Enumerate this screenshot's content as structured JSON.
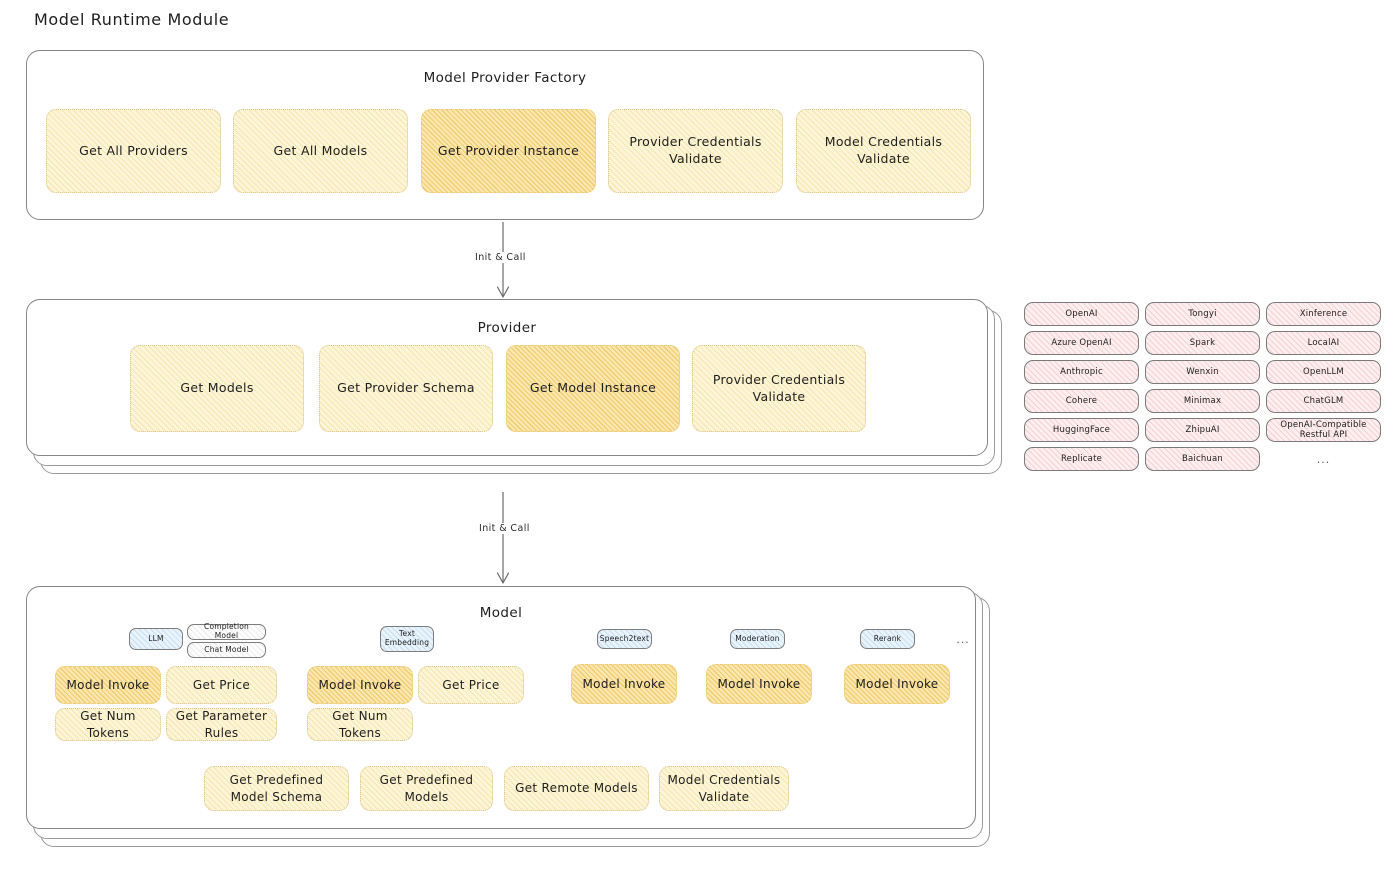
{
  "page": {
    "title": "Model Runtime Module"
  },
  "colors": {
    "accent_yellow": "#fdf5d8",
    "accent_yellow_highlight": "#fbe7b0",
    "accent_pink": "#fdeef0",
    "accent_blue": "#e9f3fb",
    "stroke": "#868686",
    "text": "#1e1e1e"
  },
  "factory": {
    "title": "Model Provider Factory",
    "boxes": [
      {
        "label": "Get All Providers",
        "highlighted": false
      },
      {
        "label": "Get All Models",
        "highlighted": false
      },
      {
        "label": "Get Provider Instance",
        "highlighted": true
      },
      {
        "label": "Provider Credentials Validate",
        "highlighted": false
      },
      {
        "label": "Model Credentials Validate",
        "highlighted": false
      }
    ]
  },
  "arrow_factory_to_provider": {
    "label": "Init & Call"
  },
  "provider": {
    "title": "Provider",
    "boxes": [
      {
        "label": "Get Models",
        "highlighted": false
      },
      {
        "label": "Get Provider Schema",
        "highlighted": false
      },
      {
        "label": "Get Model Instance",
        "highlighted": true
      },
      {
        "label": "Provider Credentials Validate",
        "highlighted": false
      }
    ]
  },
  "arrow_provider_to_model": {
    "label": "Init & Call"
  },
  "provider_list": {
    "columns": [
      {
        "items": [
          "OpenAI",
          "Azure OpenAI",
          "Anthropic",
          "Cohere",
          "HuggingFace",
          "Replicate"
        ],
        "ellipsis": false
      },
      {
        "items": [
          "Tongyi",
          "Spark",
          "Wenxin",
          "Minimax",
          "ZhipuAI",
          "Baichuan"
        ],
        "ellipsis": false
      },
      {
        "items": [
          "Xinference",
          "LocalAI",
          "OpenLLM",
          "ChatGLM",
          "OpenAI-Compatible Restful API"
        ],
        "ellipsis": true
      }
    ],
    "ellipsis_label": "..."
  },
  "model": {
    "title": "Model",
    "more_label": "...",
    "types": [
      {
        "tag": "LLM",
        "tag_style": "blue",
        "subtags": [
          "Completion Model",
          "Chat Model"
        ],
        "boxes": [
          {
            "label": "Model Invoke",
            "highlighted": true
          },
          {
            "label": "Get Price",
            "highlighted": false
          },
          {
            "label": "Get Num Tokens",
            "highlighted": false
          },
          {
            "label": "Get Parameter Rules",
            "highlighted": false
          }
        ]
      },
      {
        "tag": "Text Embedding",
        "tag_style": "blue",
        "subtags": [],
        "boxes": [
          {
            "label": "Model Invoke",
            "highlighted": true
          },
          {
            "label": "Get Price",
            "highlighted": false
          },
          {
            "label": "Get Num Tokens",
            "highlighted": false
          }
        ]
      },
      {
        "tag": "Speech2text",
        "tag_style": "blue",
        "subtags": [],
        "boxes": [
          {
            "label": "Model Invoke",
            "highlighted": true
          }
        ]
      },
      {
        "tag": "Moderation",
        "tag_style": "blue",
        "subtags": [],
        "boxes": [
          {
            "label": "Model Invoke",
            "highlighted": true
          }
        ]
      },
      {
        "tag": "Rerank",
        "tag_style": "blue",
        "subtags": [],
        "boxes": [
          {
            "label": "Model Invoke",
            "highlighted": true
          }
        ]
      }
    ],
    "common_boxes": [
      {
        "label": "Get Predefined Model Schema"
      },
      {
        "label": "Get Predefined Models"
      },
      {
        "label": "Get Remote Models"
      },
      {
        "label": "Model Credentials Validate"
      }
    ]
  }
}
